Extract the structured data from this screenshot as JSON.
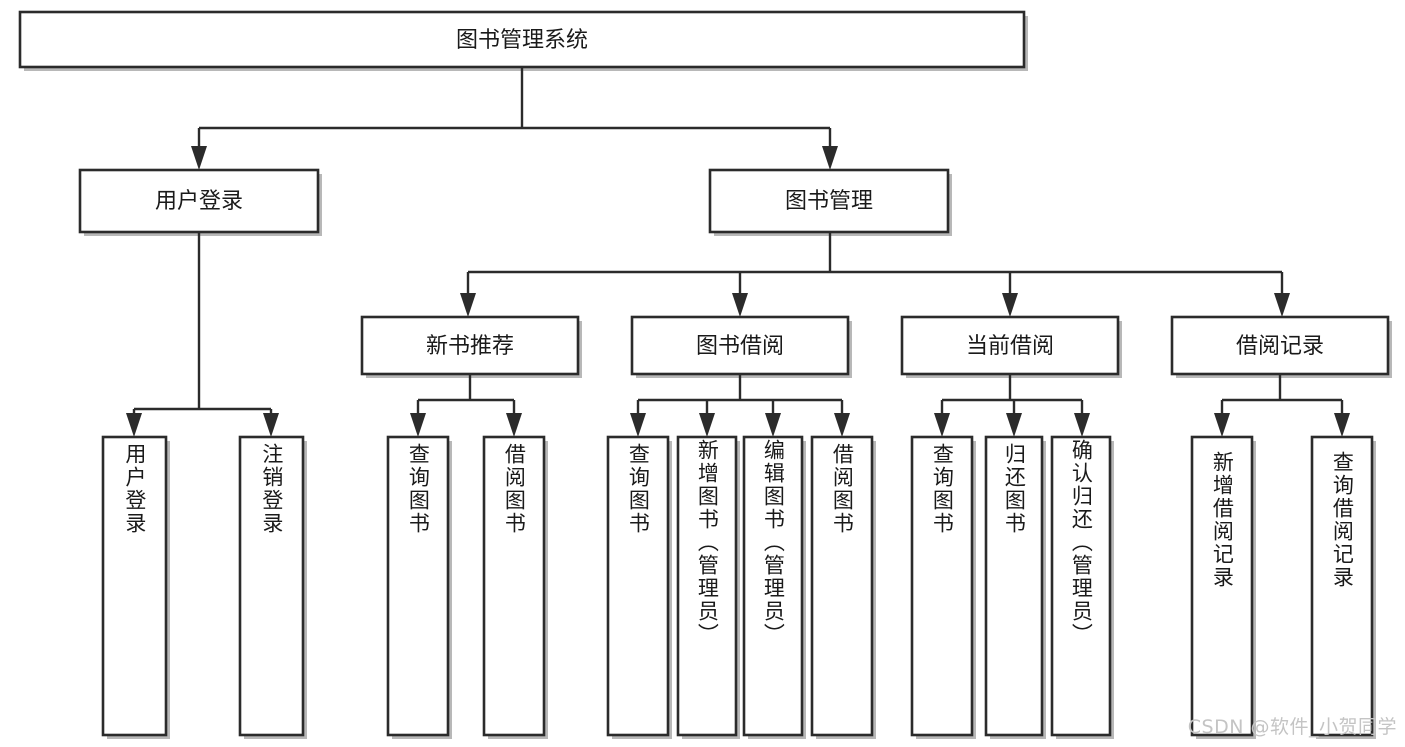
{
  "diagram": {
    "type": "tree-hierarchy",
    "title": "图书管理系统",
    "root": {
      "id": "root",
      "label": "图书管理系统"
    },
    "level2": [
      {
        "id": "user-login",
        "label": "用户登录"
      },
      {
        "id": "book-manage",
        "label": "图书管理"
      }
    ],
    "level3": [
      {
        "id": "new-book-rec",
        "label": "新书推荐",
        "parent": "book-manage"
      },
      {
        "id": "book-borrow",
        "label": "图书借阅",
        "parent": "book-manage"
      },
      {
        "id": "current-borrow",
        "label": "当前借阅",
        "parent": "book-manage"
      },
      {
        "id": "borrow-record",
        "label": "借阅记录",
        "parent": "book-manage"
      }
    ],
    "leaves": [
      {
        "id": "leaf-user-login",
        "label": "用户登录",
        "parent": "user-login"
      },
      {
        "id": "leaf-logout",
        "label": "注销登录",
        "parent": "user-login"
      },
      {
        "id": "leaf-query-book-1",
        "label": "查询图书",
        "parent": "new-book-rec"
      },
      {
        "id": "leaf-borrow-book-1",
        "label": "借阅图书",
        "parent": "new-book-rec"
      },
      {
        "id": "leaf-query-book-2",
        "label": "查询图书",
        "parent": "book-borrow"
      },
      {
        "id": "leaf-add-book",
        "label": "新增图书（管理员）",
        "parent": "book-borrow"
      },
      {
        "id": "leaf-edit-book",
        "label": "编辑图书（管理员）",
        "parent": "book-borrow"
      },
      {
        "id": "leaf-borrow-book-2",
        "label": "借阅图书",
        "parent": "book-borrow"
      },
      {
        "id": "leaf-query-book-3",
        "label": "查询图书",
        "parent": "current-borrow"
      },
      {
        "id": "leaf-return-book",
        "label": "归还图书",
        "parent": "current-borrow"
      },
      {
        "id": "leaf-confirm-return",
        "label": "确认归还（管理员）",
        "parent": "current-borrow"
      },
      {
        "id": "leaf-add-record",
        "label": "新增借阅记录",
        "parent": "borrow-record"
      },
      {
        "id": "leaf-query-record",
        "label": "查询借阅记录",
        "parent": "borrow-record"
      }
    ]
  },
  "watermark": {
    "text": "CSDN @软件_小贺同学"
  },
  "colors": {
    "stroke": "#2b2b2b",
    "fill": "#ffffff",
    "text": "#1a1a1a",
    "shadow": "#b8b8b8",
    "watermark": "#c4c4c4"
  }
}
